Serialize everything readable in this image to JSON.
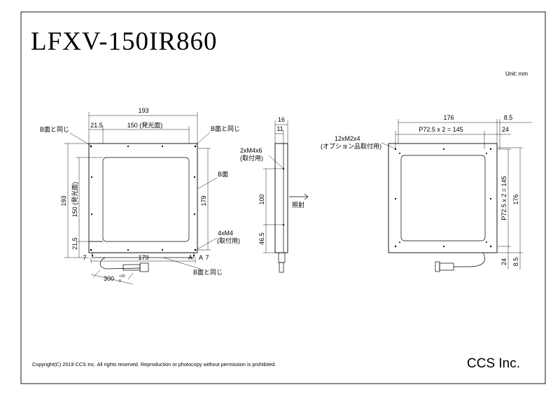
{
  "title": "LFXV-150IR860",
  "unit": "Unit: mm",
  "copyright": "Copyright(C) 2019 CCS Inc. All rights reserved. Reproduction or photocopy without permission is prohibited.",
  "company": "CCS Inc.",
  "front": {
    "dim_width_total": "193",
    "dim_offset_left": "21.5",
    "dim_emit_width": "150 (発光面)",
    "dim_height_total": "193",
    "dim_emit_height": "150 (発光面)",
    "dim_offset_bottom": "21.5",
    "dim_right_179": "179",
    "dim_bottom_179": "179",
    "dim_seven_left": "7",
    "dim_seven_right": "7",
    "cable_length": "300",
    "cable_tol_plus": "+20",
    "cable_tol_minus": "0",
    "note_same_b_tl": "B面と同じ",
    "note_same_b_tr": "B面と同じ",
    "note_same_b_bottom": "B面と同じ",
    "note_b_face": "B面",
    "note_holes": "4xM4",
    "note_holes_use": "(取付用)",
    "mark_a1": "A",
    "mark_a2": "A"
  },
  "side": {
    "dim_top_16": "16",
    "dim_top_11": "11",
    "note_holes": "2xM4x6",
    "note_holes_use": "(取付用)",
    "dim_100": "100",
    "dim_46_5": "46.5",
    "irradiation": "照射"
  },
  "back": {
    "dim_176_top": "176",
    "dim_8_5_top": "8.5",
    "dim_pitch_h": "P72.5 x 2 = 145",
    "dim_24_top": "24",
    "note_holes": "12xM2x4",
    "note_holes_use": "(オプション品取付用)",
    "dim_pitch_v": "P72.5 x 2 = 145",
    "dim_176_right": "176",
    "dim_24_right": "24",
    "dim_8_5_right": "8.5"
  }
}
